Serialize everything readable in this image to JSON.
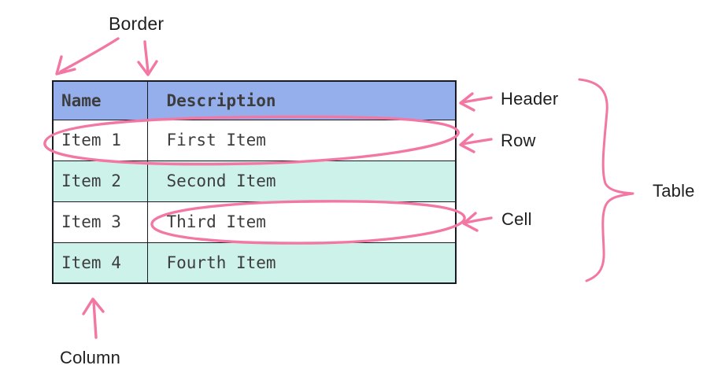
{
  "colors": {
    "annotation_pink": "#f277a2",
    "header_blue": "#95afec",
    "row_mint": "#cdf2e9",
    "row_white": "#ffffff",
    "table_border": "#1a1a24",
    "text_dark": "#3d3d3d",
    "label_dark": "#1f1f1f",
    "canvas_bg": "#ffffff"
  },
  "table": {
    "headers": [
      "Name",
      "Description"
    ],
    "rows": [
      [
        "Item 1",
        "First Item"
      ],
      [
        "Item 2",
        "Second Item"
      ],
      [
        "Item 3",
        "Third Item"
      ],
      [
        "Item 4",
        "Fourth Item"
      ]
    ]
  },
  "annotations": {
    "border_label": "Border",
    "header_label": "Header",
    "row_label": "Row",
    "cell_label": "Cell",
    "table_label": "Table",
    "column_label": "Column"
  }
}
